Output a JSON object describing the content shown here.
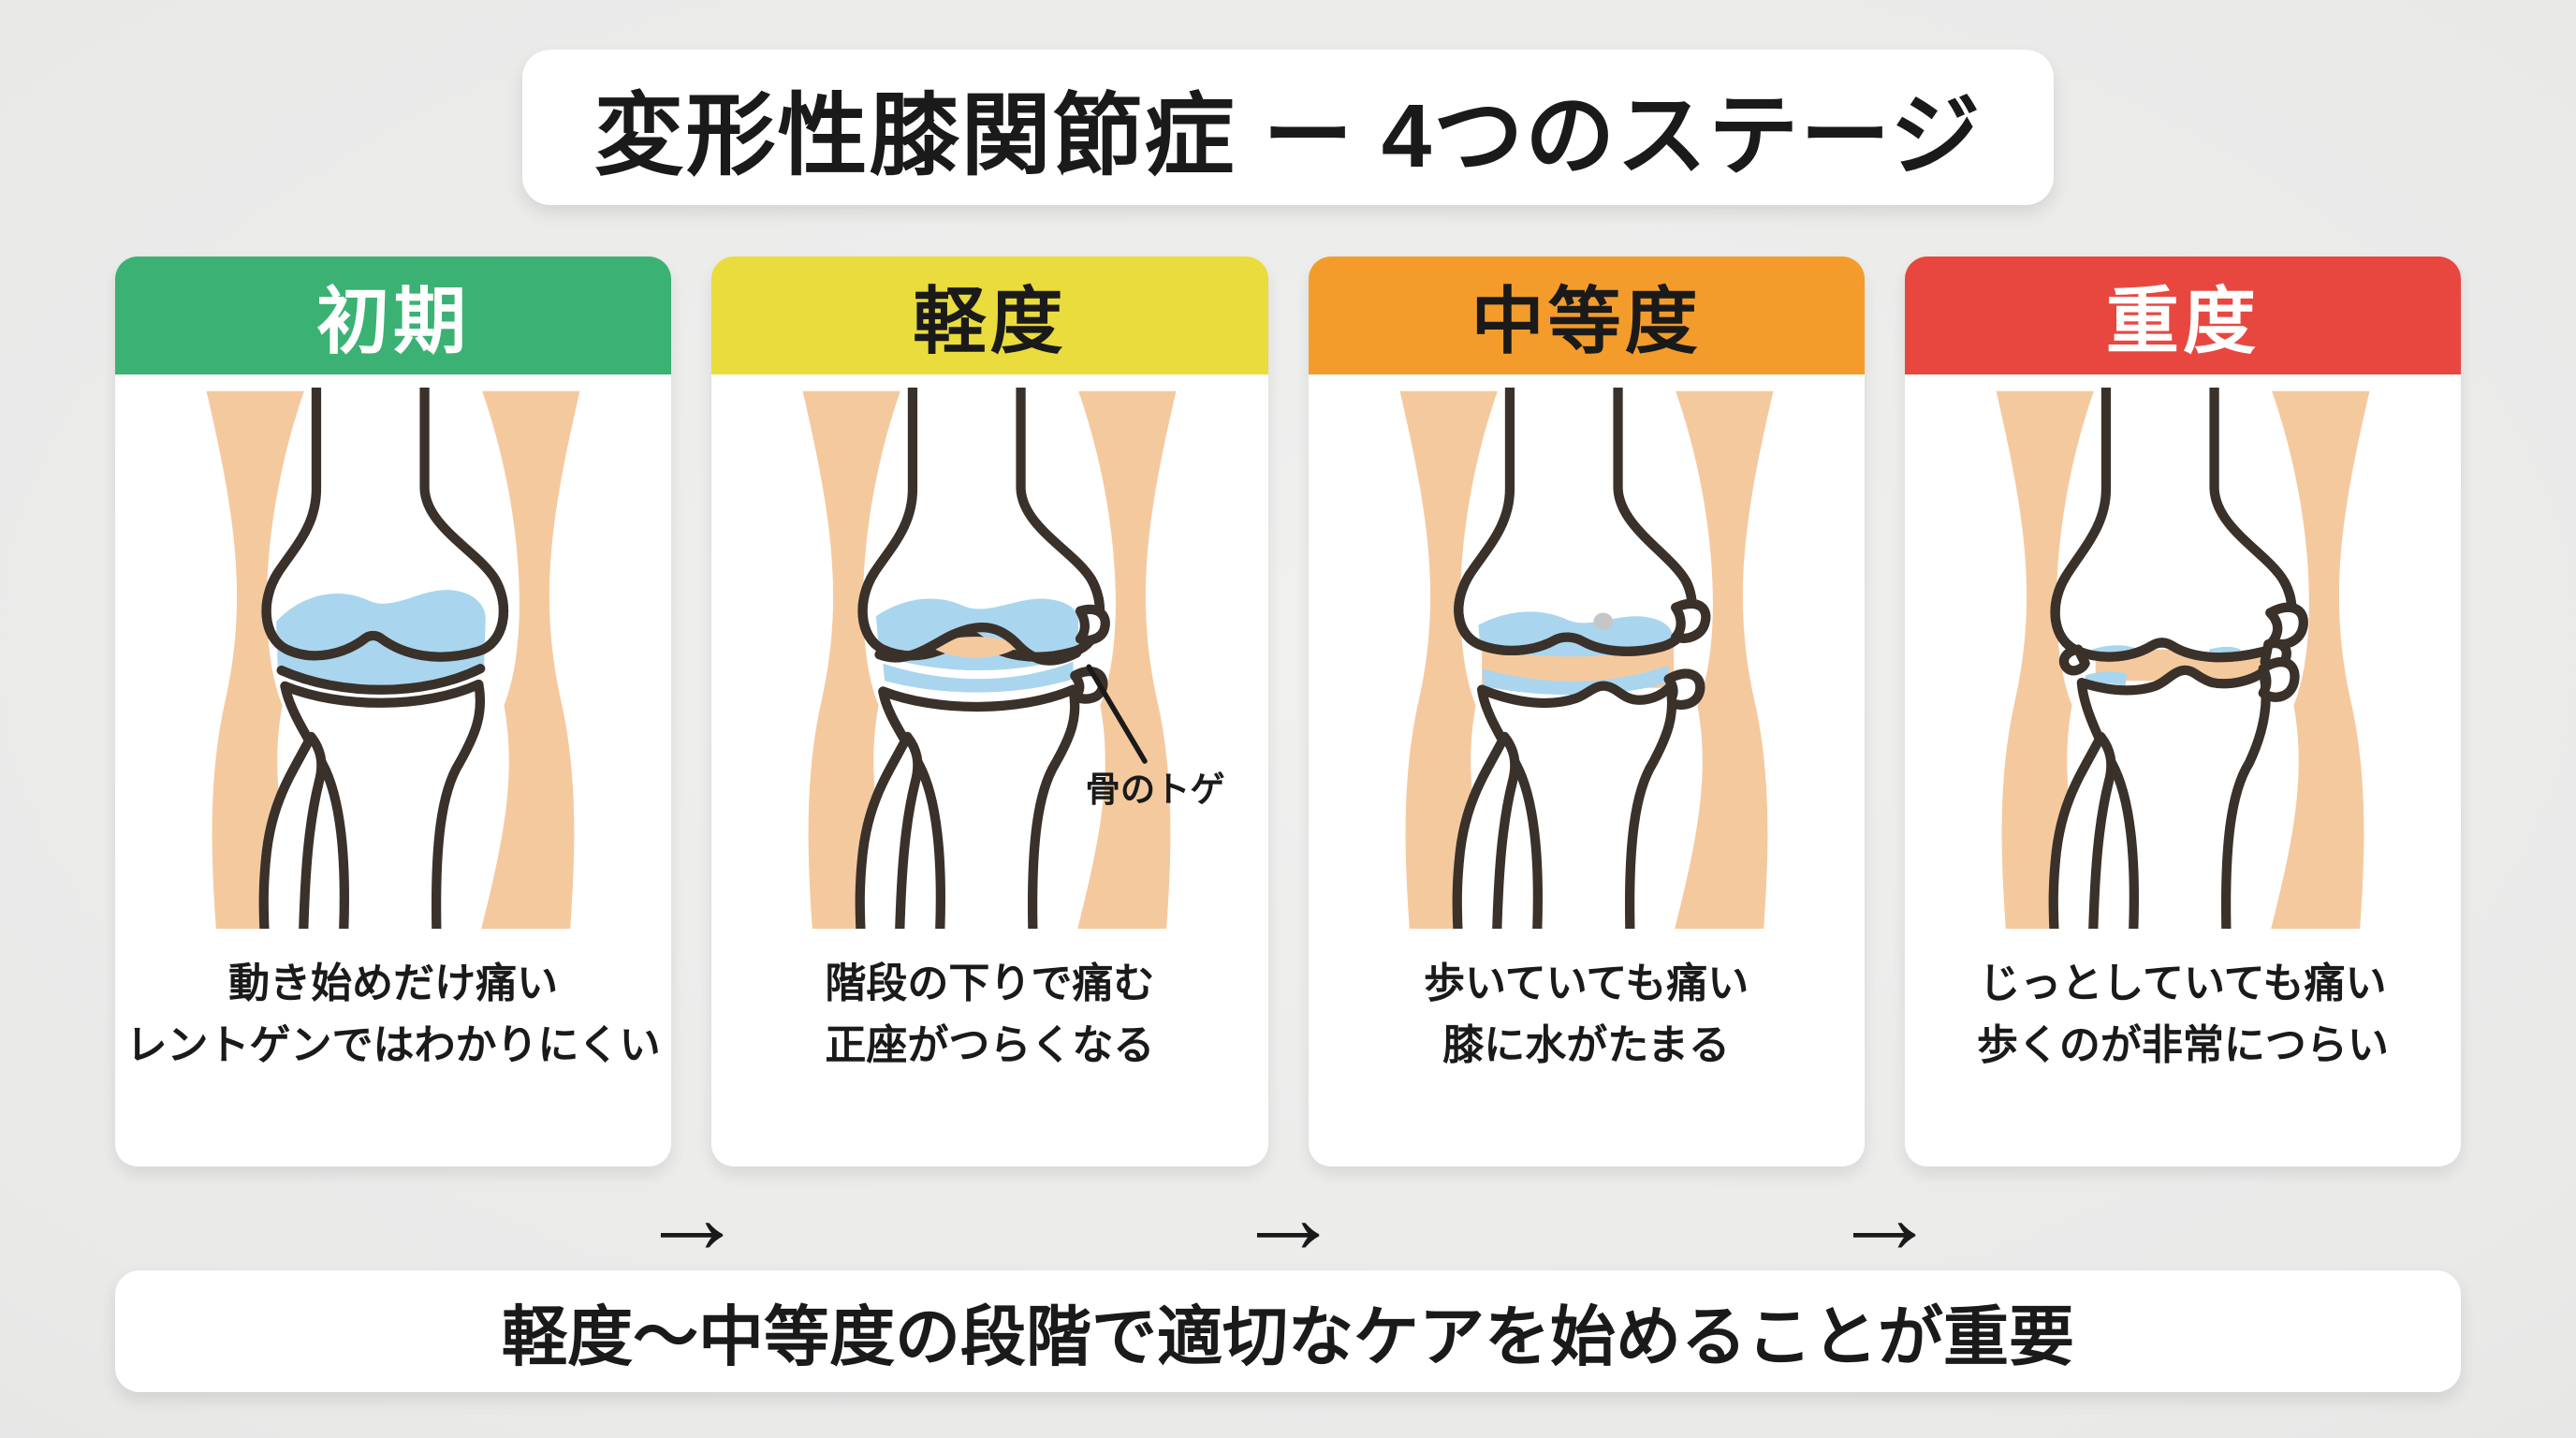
{
  "title": "変形性膝関節症 ー 4つのステージ",
  "stages": [
    {
      "label": "初期",
      "header_color": "#3BB273",
      "header_text_color": "#FFFFFF",
      "line1": "動き始めだけ痛い",
      "line2": "レントゲンではわかりにくい"
    },
    {
      "label": "軽度",
      "header_color": "#E9DC3C",
      "header_text_color": "#1A1A1A",
      "line1": "階段の下りで痛む",
      "line2": "正座がつらくなる",
      "annotation": "骨のトゲ"
    },
    {
      "label": "中等度",
      "header_color": "#F39C2B",
      "header_text_color": "#1A1A1A",
      "line1": "歩いていても痛い",
      "line2": "膝に水がたまる"
    },
    {
      "label": "重度",
      "header_color": "#E8473F",
      "header_text_color": "#FFFFFF",
      "line1": "じっとしていても痛い",
      "line2": "歩くのが非常につらい"
    }
  ],
  "arrows": {
    "glyph": "→"
  },
  "footer": "軽度〜中等度の段階で適切なケアを始めることが重要",
  "colors": {
    "bg": "#E9E9E8",
    "card_bg": "#FFFFFF",
    "text": "#1A1A1A",
    "skin": "#F5C99E",
    "bone_fill": "#FFFFFF",
    "bone_outline": "#3A312B",
    "cartilage": "#A9D6EE",
    "nodule": "#C6C6C6"
  }
}
